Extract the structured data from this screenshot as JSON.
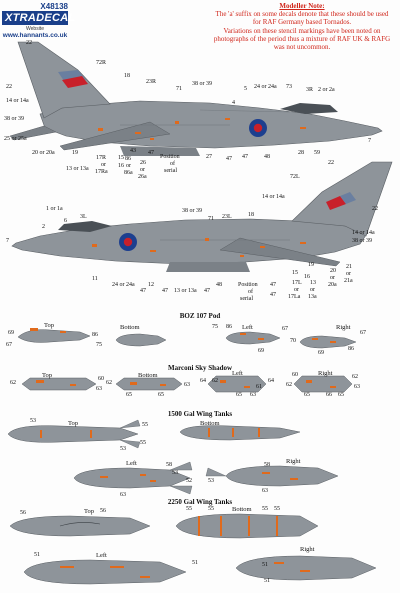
{
  "logo": {
    "code": "X48138",
    "brand": "XTRADECAL",
    "site_label": "Website",
    "url": "www.hannants.co.uk"
  },
  "modeller_note": {
    "title": "Modeller Note:",
    "paragraphs": [
      "The 'a' suffix on some decals denote that these should be used for RAF Germany based Tornados.",
      "Variations on these stencil markings have been noted on photographs of the period thus a mixture of RAF UK & RAFG was not uncommon."
    ]
  },
  "sections": {
    "boz": "BOZ 107 Pod",
    "sky_shadow": "Marconi Sky Shadow",
    "tanks_1500": "1500 Gal Wing Tanks",
    "tanks_2250": "2250 Gal Wing Tanks"
  },
  "views": {
    "top": "Top",
    "bottom": "Bottom",
    "left": "Left",
    "right": "Right"
  },
  "aircraft_left_labels": {
    "a": "22",
    "b": "72R",
    "c": "18",
    "d": "23R",
    "e": "71",
    "f": "38 or 39",
    "g": "5",
    "h": "24 or 24a",
    "i": "73",
    "j": "3R",
    "k": "2 or 2a",
    "l": "14 or 14a",
    "m": "38 or 39",
    "n": "22",
    "o": "25 or 25a",
    "p": "20 or 20a",
    "q": "19",
    "r": "17R",
    "s": "or",
    "t": "17Ra",
    "u": "13 or 13a",
    "v": "15",
    "w": "16",
    "x": "86",
    "y": "or",
    "z": "86a",
    "aa": "26",
    "ab": "or",
    "ac": "26a",
    "ad": "43",
    "ae": "47",
    "af": "Position",
    "ag": "of",
    "ah": "serial",
    "ai": "27",
    "aj": "47",
    "ak": "47",
    "al": "48",
    "am": "28",
    "an": "59",
    "ao": "7",
    "ap": "4"
  },
  "aircraft_right_labels": {
    "a": "22",
    "b": "72L",
    "c": "14 or 14a",
    "d": "1 or 1a",
    "e": "3L",
    "f": "38 or 39",
    "g": "71",
    "h": "23L",
    "i": "18",
    "j": "22",
    "k": "14 or 14a",
    "l": "38 or 39",
    "m": "7",
    "n": "11",
    "o": "24 or 24a",
    "p": "12",
    "q": "47",
    "r": "47",
    "s": "13 or 13a",
    "t": "47",
    "u": "48",
    "v": "Position",
    "w": "of",
    "x": "serial",
    "y": "47",
    "z": "47",
    "aa": "15",
    "ab": "16",
    "ac": "17L",
    "ad": "or",
    "ae": "17La",
    "af": "19",
    "ag": "13",
    "ah": "or",
    "ai": "13a",
    "aj": "20",
    "ak": "or",
    "al": "20a",
    "am": "21",
    "an": "or",
    "ao": "21a",
    "ap": "2",
    "aq": "6"
  },
  "boz_labels": {
    "a": "69",
    "b": "67",
    "c": "86",
    "d": "75",
    "e": "75",
    "f": "86",
    "g": "67",
    "h": "69",
    "i": "70",
    "j": "67",
    "k": "86",
    "l": "69"
  },
  "sky_labels": {
    "a": "62",
    "b": "60",
    "c": "63",
    "d": "62",
    "e": "63",
    "f": "65",
    "g": "65",
    "h": "64",
    "i": "62",
    "j": "65",
    "k": "63",
    "l": "61",
    "m": "64",
    "n": "60",
    "o": "62",
    "p": "65",
    "q": "62",
    "r": "63",
    "s": "66",
    "t": "65"
  },
  "t1500_labels": {
    "a": "53",
    "b": "55",
    "c": "53",
    "d": "55",
    "e": "58",
    "f": "53",
    "g": "52",
    "h": "63",
    "i": "58",
    "j": "53",
    "k": "63"
  },
  "t2250_labels": {
    "a": "56",
    "b": "56",
    "c": "55",
    "d": "55",
    "e": "55",
    "f": "55",
    "g": "51",
    "h": "51",
    "i": "51",
    "j": "51"
  },
  "colors": {
    "aircraft_grey": "#8e949a",
    "aircraft_grey_dark": "#6f757b",
    "roundel_blue": "#1d3f8f",
    "roundel_red": "#c8202a",
    "fin_flash_grey": "#6a7fa0",
    "stencil_orange": "#e06a1c",
    "note_red": "#d0251a",
    "logo_blue": "#1a3f8a"
  }
}
